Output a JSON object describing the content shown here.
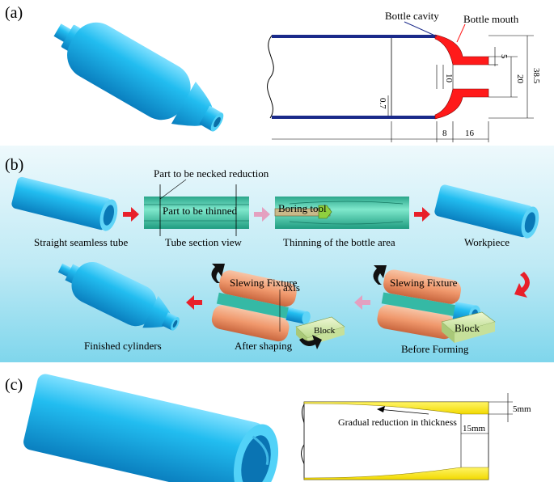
{
  "panels": {
    "a": "(a)",
    "b": "(b)",
    "c": "(c)"
  },
  "panel_a": {
    "bottle_cavity": "Bottle cavity",
    "bottle_mouth": "Bottle mouth",
    "dims": {
      "d5": "5",
      "d20": "20",
      "d38_5": "38.5",
      "d10": "10",
      "d0_7": "0.7",
      "d8": "8",
      "d16": "16"
    }
  },
  "panel_b": {
    "necked_label": "Part to be necked reduction",
    "thinned_label": "Part to be thinned",
    "boring_tool": "Boring tool",
    "cap_straight": "Straight seamless tube",
    "cap_section": "Tube section view",
    "cap_thinning": "Thinning of the bottle area",
    "cap_workpiece": "Workpiece",
    "slewing_fixture": "Slewing Fixture",
    "axis": "axis",
    "block": "Block",
    "cap_finished": "Finished cylinders",
    "cap_after": "After shaping",
    "cap_before": "Before Forming"
  },
  "panel_c": {
    "d5mm": "5mm",
    "d15mm": "15mm",
    "gradual": "Gradual reduction in thickness"
  },
  "colors": {
    "tube_blue": "#1fb6ea",
    "tube_dark": "#0a86c4",
    "section_green": "#3fc7a8",
    "wall_red": "#ff1a1a",
    "wall_navy": "#1a2a8a",
    "fixture_orange": "#f0a07a",
    "block_green": "#d8ecb0",
    "arrow_red": "#e8202a",
    "arrow_pink": "#e4a0c0",
    "band_top": "#e6f6fb",
    "band_bottom": "#8fdcee",
    "thin_yellow": "#fff000"
  }
}
